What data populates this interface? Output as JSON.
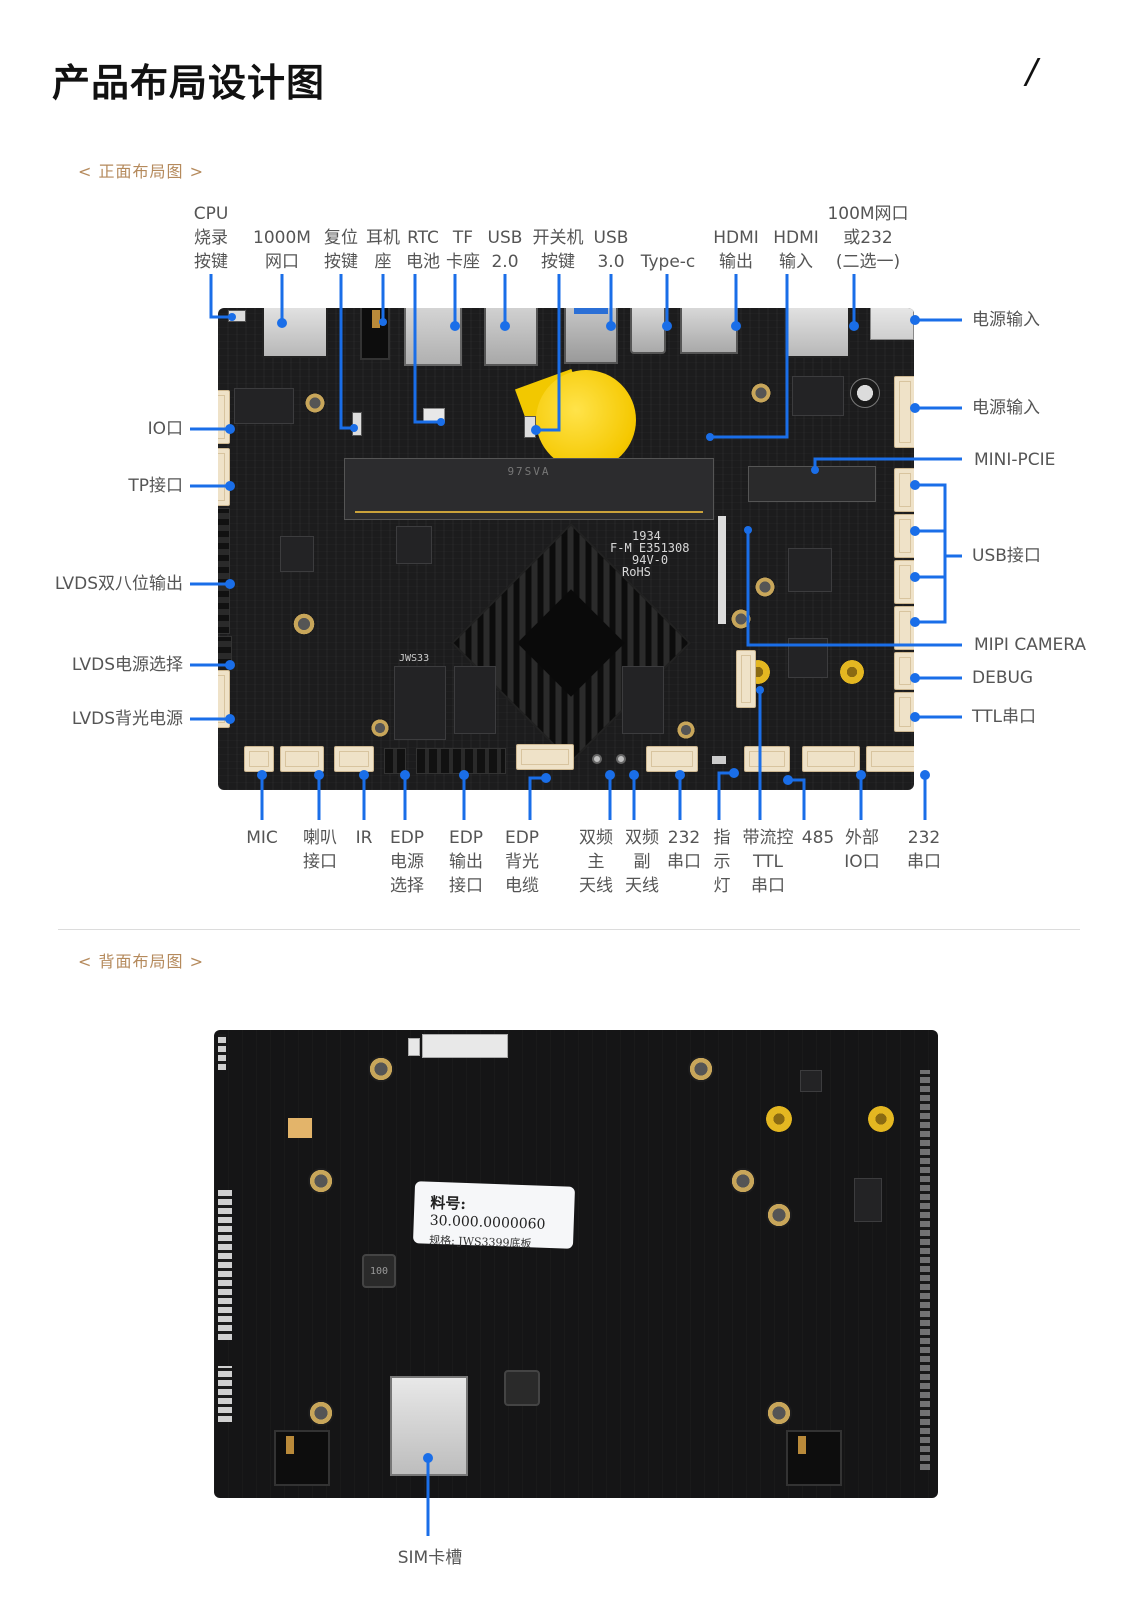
{
  "page": {
    "title": "产品布局设计图",
    "title_decoration": "/"
  },
  "front": {
    "section_title": "< 正面布局图 >",
    "silkscreen": {
      "sodimm_marking": "97SVA",
      "pcb_marking_1": "1934",
      "pcb_marking_2": "F-M E351308",
      "pcb_marking_3": "94V-0",
      "pcb_marking_4": "RoHS",
      "chip_marking": "JWS33"
    },
    "top_labels": [
      {
        "id": "cpu-burn",
        "lines": [
          "CPU",
          "烧录",
          "按键"
        ]
      },
      {
        "id": "gigabit-ethernet",
        "lines": [
          "1000M",
          "网口"
        ]
      },
      {
        "id": "reset",
        "lines": [
          "复位",
          "按键"
        ]
      },
      {
        "id": "headphone",
        "lines": [
          "耳机",
          "座"
        ]
      },
      {
        "id": "rtc-battery",
        "lines": [
          "RTC",
          "电池"
        ]
      },
      {
        "id": "tf-slot",
        "lines": [
          "TF",
          "卡座"
        ]
      },
      {
        "id": "usb20",
        "lines": [
          "USB",
          "2.0"
        ]
      },
      {
        "id": "power-button",
        "lines": [
          "开关机",
          "按键"
        ]
      },
      {
        "id": "usb30",
        "lines": [
          "USB",
          "3.0"
        ]
      },
      {
        "id": "type-c",
        "lines": [
          "Type-c"
        ]
      },
      {
        "id": "hdmi-out",
        "lines": [
          "HDMI",
          "输出"
        ]
      },
      {
        "id": "hdmi-in",
        "lines": [
          "HDMI",
          "输入"
        ]
      },
      {
        "id": "ethernet-100m",
        "lines": [
          "100M网口",
          "或232",
          "(二选一)"
        ]
      }
    ],
    "left_labels": [
      {
        "id": "io-port",
        "text": "IO口"
      },
      {
        "id": "tp-port",
        "text": "TP接口"
      },
      {
        "id": "lvds-dual8",
        "text": "LVDS双八位输出"
      },
      {
        "id": "lvds-power-select",
        "text": "LVDS电源选择"
      },
      {
        "id": "lvds-backlight",
        "text": "LVDS背光电源"
      }
    ],
    "right_labels": [
      {
        "id": "power-input-dc",
        "text": "电源输入"
      },
      {
        "id": "power-input-header",
        "text": "电源输入"
      },
      {
        "id": "mini-pcie",
        "text": "MINI-PCIE"
      },
      {
        "id": "usb-ports",
        "text": "USB接口"
      },
      {
        "id": "mipi-camera",
        "text": "MIPI CAMERA"
      },
      {
        "id": "debug",
        "text": "DEBUG"
      },
      {
        "id": "ttl-serial",
        "text": "TTL串口"
      }
    ],
    "bottom_labels": [
      {
        "id": "mic",
        "lines": [
          "MIC"
        ]
      },
      {
        "id": "speaker",
        "lines": [
          "喇叭",
          "接口"
        ]
      },
      {
        "id": "ir",
        "lines": [
          "IR"
        ]
      },
      {
        "id": "edp-power-select",
        "lines": [
          "EDP",
          "电源",
          "选择"
        ]
      },
      {
        "id": "edp-output",
        "lines": [
          "EDP",
          "输出",
          "接口"
        ]
      },
      {
        "id": "edp-backlight",
        "lines": [
          "EDP",
          "背光",
          "电缆"
        ]
      },
      {
        "id": "dualband-main-antenna",
        "lines": [
          "双频",
          "主",
          "天线"
        ]
      },
      {
        "id": "dualband-aux-antenna",
        "lines": [
          "双频",
          "副",
          "天线"
        ]
      },
      {
        "id": "rs232-a",
        "lines": [
          "232",
          "串口"
        ]
      },
      {
        "id": "indicator-led",
        "lines": [
          "指",
          "示",
          "灯"
        ]
      },
      {
        "id": "flow-control-ttl",
        "lines": [
          "带流控",
          "TTL",
          "串口"
        ]
      },
      {
        "id": "rs485",
        "lines": [
          "485"
        ]
      },
      {
        "id": "external-io",
        "lines": [
          "外部",
          "IO口"
        ]
      },
      {
        "id": "rs232-b",
        "lines": [
          "232",
          "串口"
        ]
      }
    ]
  },
  "back": {
    "section_title": "< 背面布局图 >",
    "sticker": {
      "part_no_label": "料号:",
      "part_no_value": "30.000.0000060",
      "spec_label": "规格:",
      "spec_value": "JWS3399底板"
    },
    "inductor_marking": "100",
    "bottom_labels": [
      {
        "id": "sim-slot",
        "text": "SIM卡槽"
      }
    ]
  },
  "colors": {
    "callout_line": "#1a6ee8",
    "section_title": "#b58a5c",
    "label_text": "#555555",
    "title_text": "#111111",
    "board": "#1c1c1d"
  }
}
